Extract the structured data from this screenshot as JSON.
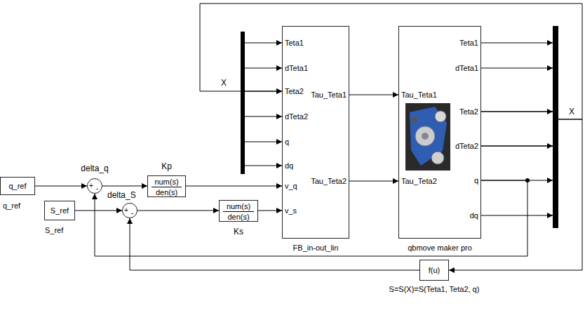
{
  "diagram": {
    "nodes": [
      {
        "text": [
          "q_ref",
          "q_ref"
        ]
      },
      {
        "text": [
          "S_ref",
          "S_ref"
        ]
      },
      {
        "text": [
          "delta_q",
          "+",
          "-"
        ]
      },
      {
        "text": [
          "delta_S",
          "+",
          "-"
        ]
      },
      {
        "text": [
          "Kp",
          "num(s)",
          "den(s)"
        ]
      },
      {
        "text": [
          "num(s)",
          "den(s)",
          "Ks"
        ]
      },
      {
        "text": [
          "Teta1",
          "dTeta1",
          "Teta2",
          "dTeta2",
          "q",
          "dq",
          "v_q",
          "v_s",
          "Tau_Teta1",
          "Tau_Teta2",
          "FB_in-out_lin"
        ]
      },
      {
        "text": [
          "Tau_Teta1",
          "Tau_Teta2",
          "Teta1",
          "dTeta1",
          "Teta2",
          "dTeta2",
          "q",
          "dq",
          "qbmove maker pro"
        ]
      },
      {
        "text": [
          "f(u)",
          "S=S(X)=S(Teta1, Teta2, q)"
        ]
      }
    ],
    "edges": [
      {
        "from": 0,
        "to": 2,
        "arrow": "to"
      },
      {
        "from": 1,
        "to": 3,
        "arrow": "to"
      },
      {
        "from": 2,
        "to": 4,
        "arrow": "to"
      },
      {
        "from": 3,
        "to": 5,
        "arrow": "to"
      },
      {
        "from": 4,
        "to": 6,
        "arrow": "to"
      },
      {
        "from": 5,
        "to": 6,
        "arrow": "to"
      },
      {
        "from": 6,
        "to": 7,
        "arrow": "to"
      },
      {
        "from": 6,
        "to": 7,
        "arrow": "to"
      },
      {
        "from": 7,
        "to": 6,
        "arrow": "to"
      },
      {
        "from": 7,
        "to": 8,
        "arrow": "to"
      },
      {
        "from": 7,
        "to": 2,
        "arrow": "to"
      },
      {
        "from": 8,
        "to": 3,
        "arrow": "to"
      }
    ],
    "labels": [
      "X",
      "X"
    ]
  }
}
